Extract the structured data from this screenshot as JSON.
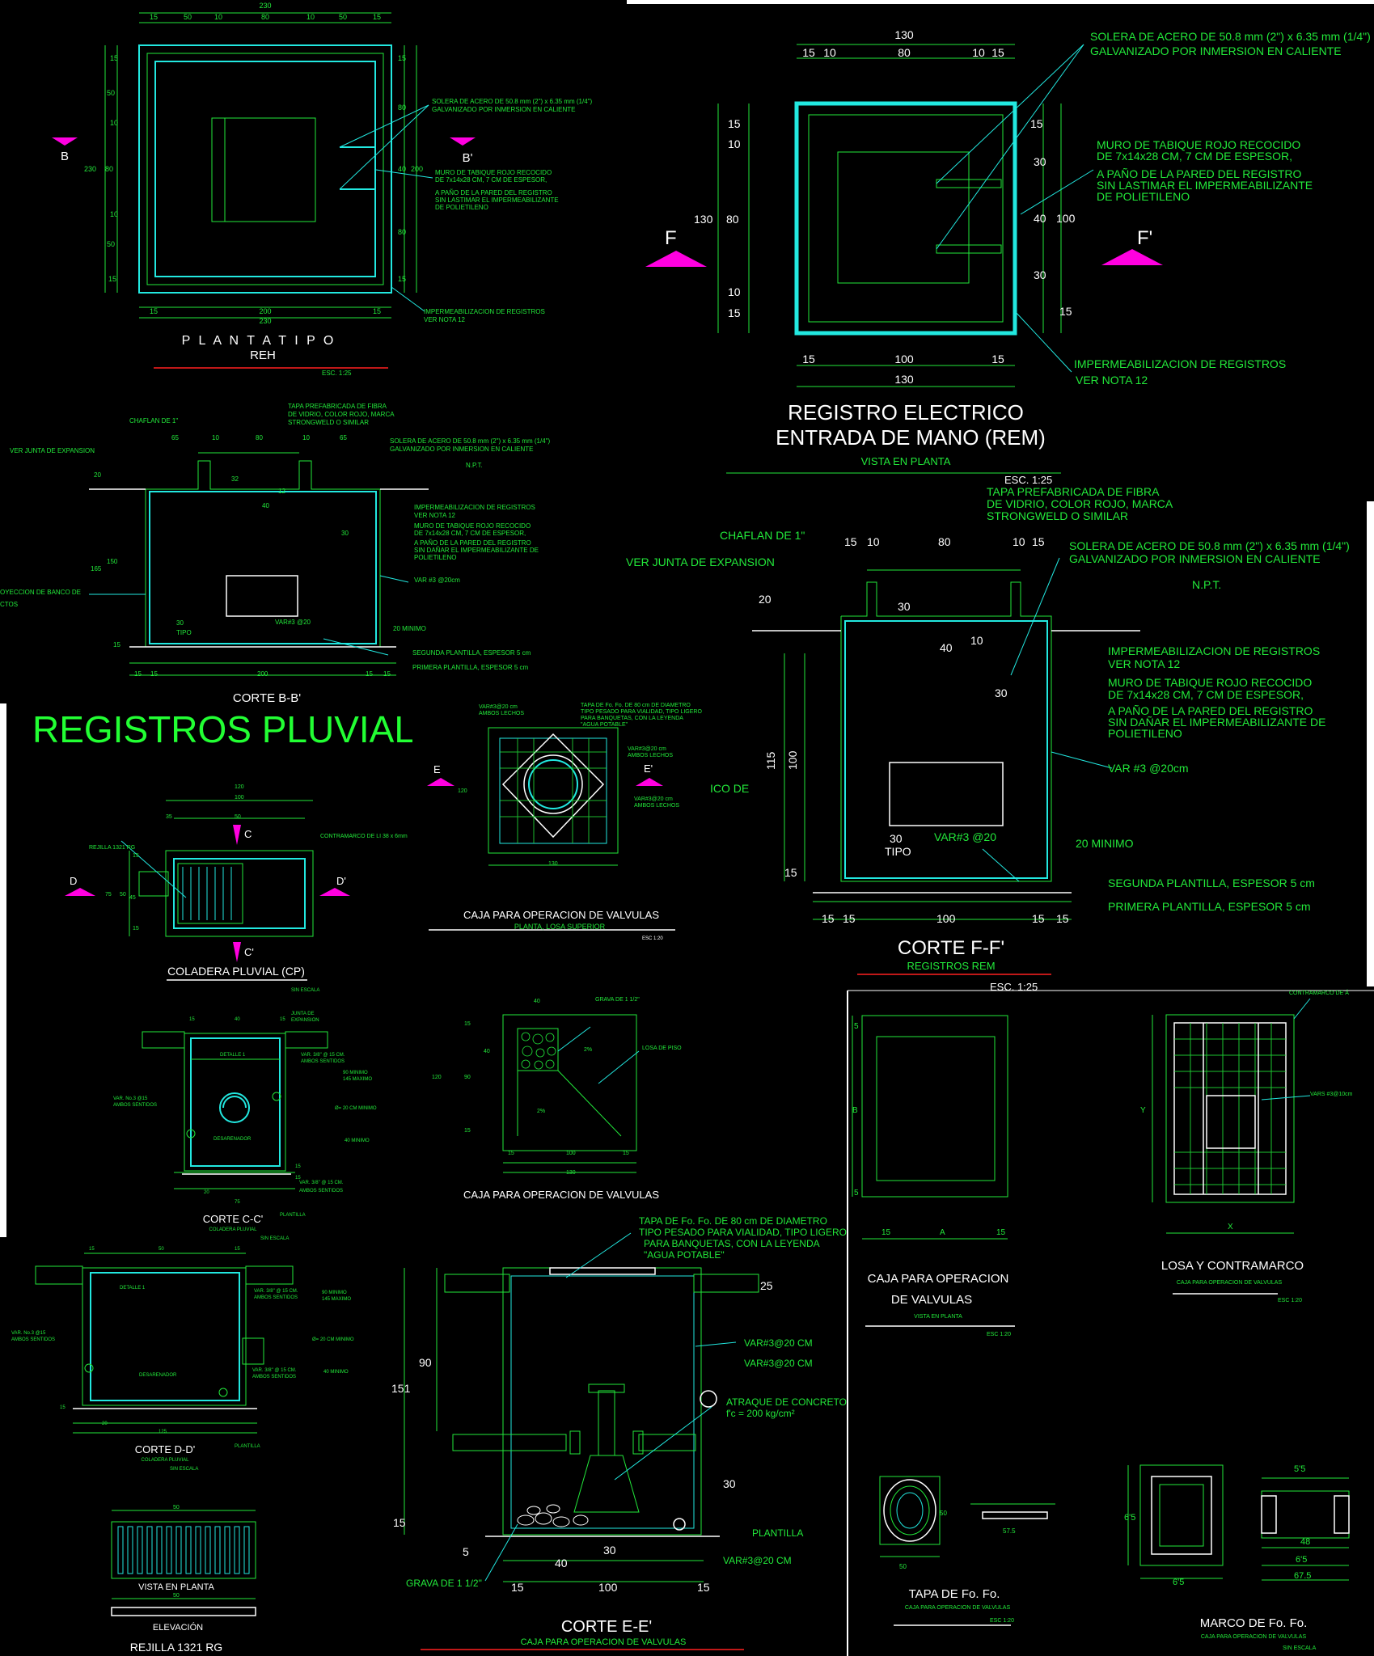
{
  "palette": {
    "background": "#000000",
    "text": "#22e83a",
    "outline": "#22e8e0",
    "title": "#ffffff",
    "section_marker": "#ff00e0"
  },
  "planta_reh": {
    "title": "P L A N T A   T I P O",
    "subtitle": "REH",
    "scale": "ESC. 1:25",
    "dims_top": [
      "230",
      "15",
      "50",
      "10",
      "80",
      "10",
      "50",
      "15"
    ],
    "dims_bottom": [
      "15",
      "200",
      "15",
      "230"
    ],
    "dims_left": [
      "15",
      "50",
      "10",
      "230",
      "80",
      "10",
      "50",
      "15"
    ],
    "dims_right": [
      "15",
      "80",
      "40",
      "200",
      "80",
      "15"
    ],
    "marker_left": "B",
    "marker_right": "B'",
    "note_solera": [
      "SOLERA DE ACERO DE 50.8 mm (2\") x 6.35 mm (1/4\")",
      "GALVANIZADO POR INMERSION EN CALIENTE"
    ],
    "note_muro": [
      "MURO DE TABIQUE ROJO RECOCIDO",
      "DE 7x14x28 CM, 7 CM DE ESPESOR,",
      "A PAÑO DE LA PARED DEL REGISTRO",
      "SIN LASTIMAR EL IMPERMEABILIZANTE",
      "DE POLIETILENO"
    ],
    "note_imper": [
      "IMPERMEABILIZACION DE REGISTROS",
      "VER NOTA 12"
    ]
  },
  "rem_plan": {
    "title1": "REGISTRO ELECTRICO",
    "title2": "ENTRADA DE MANO (REM)",
    "subtitle": "VISTA EN PLANTA",
    "scale": "ESC. 1:25",
    "dims_top": [
      "130",
      "15",
      "10",
      "80",
      "10",
      "15"
    ],
    "dims_bottom": [
      "15",
      "100",
      "15",
      "130"
    ],
    "dims_left": [
      "15",
      "10",
      "130",
      "80",
      "10",
      "15"
    ],
    "dims_right": [
      "15",
      "30",
      "40",
      "100",
      "30",
      "15"
    ],
    "marker_left": "F",
    "marker_right": "F'",
    "note_solera": [
      "SOLERA DE ACERO DE 50.8 mm (2\") x 6.35 mm (1/4\")",
      "GALVANIZADO POR INMERSION EN CALIENTE"
    ],
    "note_muro": [
      "MURO DE TABIQUE ROJO RECOCIDO",
      "DE 7x14x28 CM, 7 CM DE ESPESOR,",
      "A PAÑO DE LA PARED DEL REGISTRO",
      "SIN LASTIMAR EL IMPERMEABILIZANTE",
      "DE POLIETILENO"
    ],
    "note_imper": [
      "IMPERMEABILIZACION DE REGISTROS",
      "VER NOTA 12"
    ]
  },
  "corte_bb": {
    "title": "CORTE B-B'",
    "labels": [
      "CHAFLAN DE 1\"",
      "VER JUNTA DE EXPANSION",
      "OYECCION DE BANCO DE",
      "CTOS"
    ],
    "tapa": [
      "TAPA PREFABRICADA DE FIBRA",
      "DE VIDRIO, COLOR ROJO, MARCA",
      "STRONGWELD O SIMILAR"
    ],
    "solera": [
      "SOLERA DE ACERO DE 50.8 mm (2\") x 6.35 mm (1/4\")",
      "GALVANIZADO POR INMERSION EN CALIENTE"
    ],
    "npt": "N.P.T.",
    "imper": [
      "IMPERMEABILIZACION DE REGISTROS",
      "VER NOTA 12"
    ],
    "muro": [
      "MURO DE TABIQUE ROJO RECOCIDO",
      "DE 7x14x28 CM, 7 CM DE ESPESOR,",
      "A PAÑO DE LA PARED DEL REGISTRO",
      "SIN DAÑAR EL IMPERMEABILIZANTE DE",
      "POLIETILENO"
    ],
    "var": "VAR #3 @20cm",
    "var2": "VAR#3 @20",
    "minimo": "20 MINIMO",
    "plantilla2": "SEGUNDA PLANTILLA, ESPESOR 5 cm",
    "plantilla1": "PRIMERA PLANTILLA, ESPESOR 5 cm",
    "dims": [
      "65",
      "10",
      "80",
      "10",
      "65",
      "20",
      "32",
      "12",
      "40",
      "30",
      "150",
      "165",
      "30",
      "TIPO",
      "15",
      "15",
      "15",
      "200",
      "15",
      "15"
    ]
  },
  "corte_ff": {
    "title": "CORTE F-F'",
    "subtitle": "REGISTROS REM",
    "scale": "ESC. 1:25",
    "labels": [
      "CHAFLAN DE 1\"",
      "VER JUNTA DE EXPANSION",
      "ICO DE"
    ],
    "tapa": [
      "TAPA PREFABRICADA DE FIBRA",
      "DE VIDRIO, COLOR ROJO, MARCA",
      "STRONGWELD O SIMILAR"
    ],
    "solera": [
      "SOLERA DE ACERO DE 50.8 mm (2\") x 6.35 mm (1/4\")",
      "GALVANIZADO POR INMERSION EN CALIENTE"
    ],
    "npt": "N.P.T.",
    "imper": [
      "IMPERMEABILIZACION DE REGISTROS",
      "VER NOTA 12"
    ],
    "muro": [
      "MURO DE TABIQUE ROJO RECOCIDO",
      "DE 7x14x28 CM, 7 CM DE ESPESOR,",
      "A PAÑO DE LA PARED DEL REGISTRO",
      "SIN DAÑAR EL IMPERMEABILIZANTE DE",
      "POLIETILENO"
    ],
    "var": "VAR #3 @20cm",
    "var2": "VAR#3 @20",
    "minimo": "20 MINIMO",
    "plantilla2": "SEGUNDA PLANTILLA, ESPESOR 5 cm",
    "plantilla1": "PRIMERA PLANTILLA, ESPESOR 5 cm",
    "dims": [
      "15",
      "10",
      "80",
      "10",
      "15",
      "20",
      "30",
      "40",
      "10",
      "30",
      "115",
      "100",
      "30",
      "TIPO",
      "15",
      "15",
      "15",
      "100",
      "15",
      "15"
    ]
  },
  "big_title": "REGISTROS PLUVIAL",
  "coladera": {
    "title": "COLADERA PLUVIAL (CP)",
    "scale": "SIN ESCALA",
    "labels": [
      "REJILLA 1321 RG",
      "CONTRAMARCO DE LI 38 x 6mm"
    ],
    "markers": [
      "C",
      "C'",
      "D",
      "D'"
    ],
    "dims": [
      "120",
      "100",
      "35",
      "50",
      "15",
      "75",
      "50",
      "45",
      "15"
    ]
  },
  "valvulas_losa": {
    "title": "CAJA PARA OPERACION DE VALVULAS",
    "subtitle": "PLANTA, LOSA SUPERIOR",
    "scale": "ESC 1:20",
    "markers": [
      "E",
      "E'"
    ],
    "labels": [
      "VAR#3@20 cm",
      "AMBOS LECHOS",
      "TAPA DE Fo. Fo. DE 80 cm DE DIAMETRO",
      "TIPO PESADO PARA VIALIDAD, TIPO LIGERO",
      "PARA BANQUETAS, CON LA LEYENDA",
      "\"AGUA POTABLE\"",
      "VAR#3@20 cm",
      "AMBOS LECHOS",
      "VAR#3@20 cm",
      "AMBOS LECHOS"
    ],
    "dims": [
      "120",
      "130"
    ]
  },
  "corte_cc": {
    "title": "CORTE C-C'",
    "subtitle": "COLADERA PLUVIAL",
    "scale": "SIN ESCALA",
    "labels": [
      "DETALLE 1",
      "JUNTA DE",
      "EXPANSION",
      "VAR. 3/8\" @ 15 CM.",
      "AMBOS SENTIDOS",
      "90 MINIMO",
      "145 MAXIMO",
      "Ø= 20 CM MINIMO",
      "40 MINIMO",
      "VAR. No.3 @15",
      "AMBOS SENTIDOS",
      "DESARENADOR",
      "VAR. 3/8\" @ 15 CM.",
      "AMBOS SENTIDOS",
      "PLANTILLA"
    ],
    "dims": [
      "15",
      "40",
      "15",
      "20",
      "75",
      "15",
      "15"
    ]
  },
  "valvulas_grava": {
    "title": "CAJA PARA OPERACION DE VALVULAS",
    "labels": [
      "GRAVA DE 1 1/2\"",
      "LOSA DE PISO",
      "2%",
      "2%"
    ],
    "dims": [
      "40",
      "15",
      "40",
      "120",
      "90",
      "15",
      "15",
      "100",
      "15",
      "130"
    ]
  },
  "corte_dd": {
    "title": "CORTE D-D'",
    "subtitle": "COLADERA PLUVIAL",
    "scale": "SIN ESCALA",
    "labels": [
      "DETALLE 1",
      "VAR. 3/8\" @ 15 CM.",
      "AMBOS SENTIDOS",
      "90 MINIMO",
      "145 MAXIMO",
      "Ø= 20 CM MINIMO",
      "VAR. No.3 @15",
      "AMBOS SENTIDOS",
      "DESARENADOR",
      "VAR. 3/8\" @ 15 CM.",
      "AMBOS SENTIDOS",
      "40 MINIMO",
      "PLANTILLA"
    ],
    "dims": [
      "15",
      "50",
      "15",
      "20",
      "125",
      "15"
    ]
  },
  "corte_ee": {
    "title": "CORTE E-E'",
    "subtitle": "CAJA PARA OPERACION DE VALVULAS",
    "tapa": [
      "TAPA DE Fo. Fo. DE 80 cm DE DIAMETRO",
      "TIPO PESADO PARA VIALIDAD, TIPO LIGERO",
      "PARA BANQUETAS, CON LA LEYENDA",
      "\"AGUA POTABLE\""
    ],
    "labels": [
      "VAR#3@20 CM",
      "VAR#3@20 CM",
      "ATRAQUE DE CONCRETO",
      "f'c = 200 kg/cm²",
      "PLANTILLA",
      "VAR#3@20 CM",
      "GRAVA DE 1 1/2\""
    ],
    "dims": [
      "25",
      "90",
      "151",
      "30",
      "15",
      "5",
      "40",
      "30",
      "15",
      "100",
      "15"
    ]
  },
  "valvulas_planta": {
    "title1": "CAJA PARA OPERACION",
    "title2": "DE VALVULAS",
    "subtitle": "VISTA EN PLANTA",
    "scale": "ESC 1:20",
    "dims": [
      "5",
      "B",
      "5",
      "15",
      "A",
      "15"
    ]
  },
  "losa_contramarco": {
    "title": "LOSA Y CONTRAMARCO",
    "subtitle": "CAJA PARA OPERACION DE VALVULAS",
    "scale": "ESC 1:20",
    "labels": [
      "CONTRAMARCO DE Á",
      "VARS #3@10cm"
    ],
    "dims": [
      "Y",
      "X"
    ]
  },
  "rejilla": {
    "title": "REJILLA 1321 RG",
    "plan_label": "VISTA EN PLANTA",
    "elev_label": "ELEVACIÓN",
    "dims": [
      "50",
      "50"
    ]
  },
  "tapa": {
    "title": "TAPA DE Fo. Fo.",
    "subtitle": "CAJA PARA OPERACION DE VALVULAS",
    "scale": "ESC 1:20",
    "dims": [
      "50",
      "50",
      "57.5"
    ]
  },
  "marco": {
    "title": "MARCO DE Fo. Fo.",
    "subtitle": "CAJA PARA OPERACION DE VALVULAS",
    "scale": "SIN ESCALA",
    "dims": [
      "6'5",
      "6'5",
      "5'5",
      "48",
      "6'5",
      "67.5"
    ]
  }
}
